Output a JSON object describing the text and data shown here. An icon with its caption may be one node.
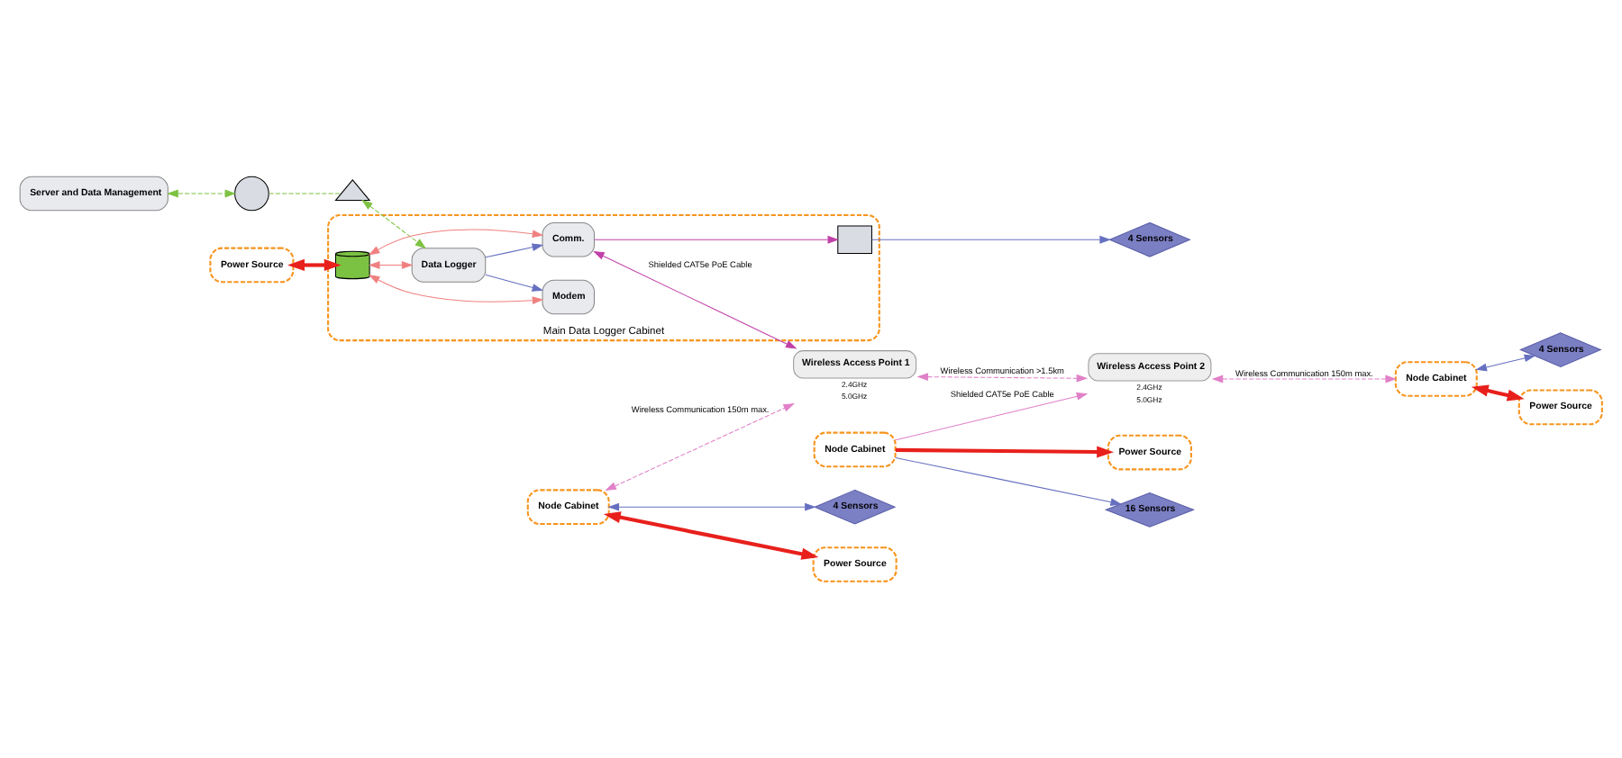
{
  "diagram": {
    "nodes": [
      {
        "text": [
          "Server and Data Management"
        ]
      },
      {
        "text": [],
        "shape": "circle"
      },
      {
        "text": [],
        "shape": "triangle"
      },
      {
        "text": [
          "Main Data Logger Cabinet"
        ]
      },
      {
        "text": [
          "Modem"
        ],
        "in": 3
      },
      {
        "text": [
          "Data Logger"
        ],
        "in": 3
      },
      {
        "text": [
          "Comm."
        ],
        "in": 3
      },
      {
        "text": [],
        "shape": "cylinder",
        "in": 3
      },
      {
        "text": [],
        "shape": "box",
        "in": 3
      },
      {
        "text": [
          "4 Sensors"
        ]
      },
      {
        "text": [
          "Power Source"
        ]
      },
      {
        "text": [
          "16 Sensors"
        ]
      },
      {
        "text": [
          "Power Source"
        ]
      },
      {
        "text": [
          "Node Cabinet"
        ]
      },
      {
        "text": [
          "Wireless Access Point 1"
        ],
        "beside": [
          "2.4GHz",
          "5.0GHz"
        ]
      },
      {
        "text": [
          "Wireless Access Point 2"
        ],
        "beside": [
          "2.4GHz",
          "5.0GHz"
        ]
      },
      {
        "text": [
          "4 Sensors"
        ]
      },
      {
        "text": [
          "Node Cabinet"
        ]
      },
      {
        "text": [
          "Power Source"
        ]
      },
      {
        "text": [
          "4 Sensors"
        ]
      },
      {
        "text": [
          "Node Cabinet"
        ]
      },
      {
        "text": [
          "Power Source"
        ]
      }
    ],
    "edges": [
      {
        "from": 0,
        "to": 1,
        "arrow": "both",
        "style": "dashed",
        "color": "#7dc242"
      },
      {
        "from": 1,
        "to": 2,
        "arrow": "none",
        "style": "dashed",
        "color": "#7dc242"
      },
      {
        "from": 2,
        "to": 5,
        "arrow": "both",
        "style": "dashed",
        "color": "#7dc242"
      },
      {
        "from": 5,
        "to": 4,
        "arrow": "to",
        "color": "#6670c0"
      },
      {
        "from": 5,
        "to": 6,
        "arrow": "to",
        "color": "#6670c0"
      },
      {
        "from": 7,
        "to": 4,
        "arrow": "both",
        "color": "#f08080"
      },
      {
        "from": 7,
        "to": 5,
        "arrow": "both",
        "color": "#f08080"
      },
      {
        "from": 7,
        "to": 6,
        "arrow": "both",
        "color": "#f08080"
      },
      {
        "from": 10,
        "to": 7,
        "arrow": "both",
        "style": "thick",
        "color": "#e8201c"
      },
      {
        "from": 8,
        "to": 9,
        "arrow": "to",
        "color": "#6670c0"
      },
      {
        "from": 6,
        "to": 8,
        "arrow": "to",
        "color": "#c040a8"
      },
      {
        "from": 6,
        "to": 14,
        "arrow": "both",
        "label": "Shielded CAT5e PoE Cable",
        "color": "#c040a8"
      },
      {
        "from": 13,
        "to": 11,
        "arrow": "to",
        "color": "#6670c0"
      },
      {
        "from": 13,
        "to": 12,
        "arrow": "to",
        "style": "thick",
        "color": "#e8201c"
      },
      {
        "from": 13,
        "to": 15,
        "arrow": "to",
        "label": "Shielded CAT5e PoE Cable",
        "color": "#e080c8"
      },
      {
        "from": 17,
        "to": 14,
        "arrow": "both",
        "label": "Wireless Communication 150m max.",
        "style": "dashed",
        "color": "#e080c8"
      },
      {
        "from": 14,
        "to": 15,
        "arrow": "both",
        "label": "Wireless Communication >1.5km",
        "style": "dashed",
        "color": "#e080c8"
      },
      {
        "from": 15,
        "to": 20,
        "arrow": "both",
        "label": "Wireless Communication 150m max.",
        "style": "dashed",
        "color": "#e080c8"
      },
      {
        "from": 17,
        "to": 16,
        "arrow": "both",
        "color": "#6670c0"
      },
      {
        "from": 17,
        "to": 18,
        "arrow": "both",
        "style": "thick",
        "color": "#e8201c"
      },
      {
        "from": 20,
        "to": 19,
        "arrow": "both",
        "color": "#6670c0"
      },
      {
        "from": 20,
        "to": 21,
        "arrow": "both",
        "style": "thick",
        "color": "#e8201c"
      }
    ]
  }
}
